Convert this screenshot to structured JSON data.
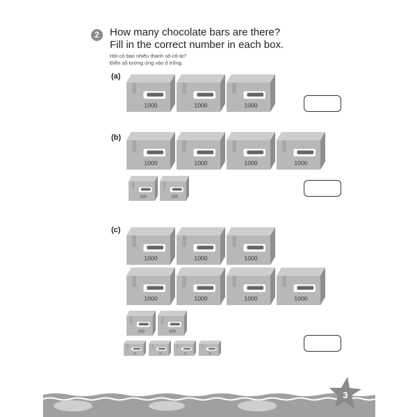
{
  "question": {
    "number": "2",
    "title_line1": "How many chocolate bars are there?",
    "title_line2": "Fill in the correct number in each box.",
    "subtitle_line1": "Hỏi có bao nhiêu thanh sô-cô-la?",
    "subtitle_line2": "Điền số tương ứng vào ô trống."
  },
  "parts": [
    {
      "label": "(a)",
      "answer": "",
      "groups": [
        {
          "count": 3,
          "box_label": "1000"
        }
      ]
    },
    {
      "label": "(b)",
      "answer": "",
      "groups": [
        {
          "count": 4,
          "box_label": "1000"
        },
        {
          "count": 2,
          "box_label": "100"
        }
      ]
    },
    {
      "label": "(c)",
      "answer": "",
      "groups": [
        {
          "count": 7,
          "box_label": "1000"
        },
        {
          "count": 2,
          "box_label": "100"
        },
        {
          "count": 4,
          "box_label": "10"
        }
      ]
    }
  ],
  "page_number": "3",
  "colors": {
    "box": "#b8b8b8",
    "box_dark": "#8e8e8e",
    "footer": "#a5a5a5"
  }
}
